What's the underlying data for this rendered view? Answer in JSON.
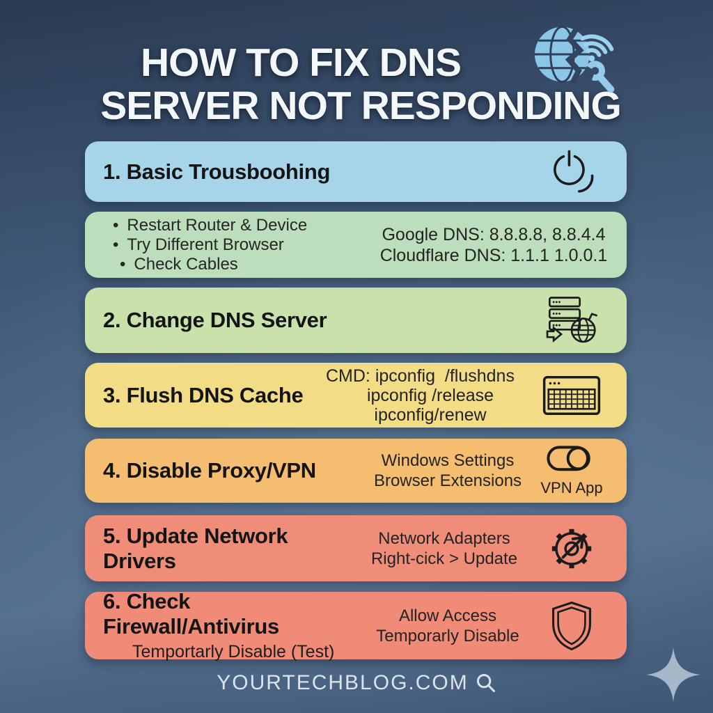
{
  "title": {
    "line1": "HOW TO FIX DNS",
    "line2": "SERVER NOT RESPONDING"
  },
  "header_icon": "broken-globe-wrench-wifi-icon",
  "sections": [
    {
      "heading": "1. Basic Trousboohing",
      "color": "#a6d4e9",
      "icon": "power-restart-icon"
    },
    {
      "color": "#bcdebc",
      "bullets": [
        "Restart Router & Device",
        "Try Different Browser",
        "Check Cables"
      ],
      "right_lines": [
        "Google DNS: 8.8.8.8, 8.8.4.4",
        "Cloudflare DNS: 1.1.1 1.0.0.1"
      ]
    },
    {
      "heading": "2. Change DNS Server",
      "color": "#c9e2ab",
      "icon": "dns-server-globe-icon"
    },
    {
      "heading": "3. Flush DNS Cache",
      "color": "#f2dc85",
      "icon": "keyboard-icon",
      "right_lines": [
        "CMD: ipconfig  /flushdns",
        "ipconfig /release",
        "ipconfig/renew"
      ]
    },
    {
      "heading": "4. Disable Proxy/VPN",
      "color": "#f5bd70",
      "icon": "toggle-switch-icon",
      "icon_label": "VPN App",
      "right_lines": [
        "Windows Settings",
        "Browser Extensions"
      ]
    },
    {
      "heading": "5. Update Network Drivers",
      "color": "#f08d79",
      "icon": "gear-update-icon",
      "right_lines": [
        "Network Adapters",
        "Right-cick > Update"
      ]
    },
    {
      "heading": "6. Check Firewall/Antivirus",
      "subheading": "Temportarly Disable (Test)",
      "color": "#ef8b77",
      "icon": "shield-icon",
      "right_lines": [
        "Allow Access",
        "Temporarly Disable"
      ]
    }
  ],
  "footer": {
    "site": "YOURTECHBLOG.COM",
    "icon": "search-icon"
  },
  "decorations": {
    "bottom_right": "sparkle-icon"
  },
  "colors": {
    "background_top": "#2a3a53",
    "background_mid": "#54708d",
    "background_bottom": "#3e5675",
    "title_text": "#f4f7fa",
    "heading_text": "#141414",
    "body_text": "#232323",
    "footer_text": "#dde3ea",
    "hero_icon_blue": "#93cbe9",
    "sparkle": "#a7b7c7",
    "band_icon_stroke": "#1b1b1b"
  }
}
